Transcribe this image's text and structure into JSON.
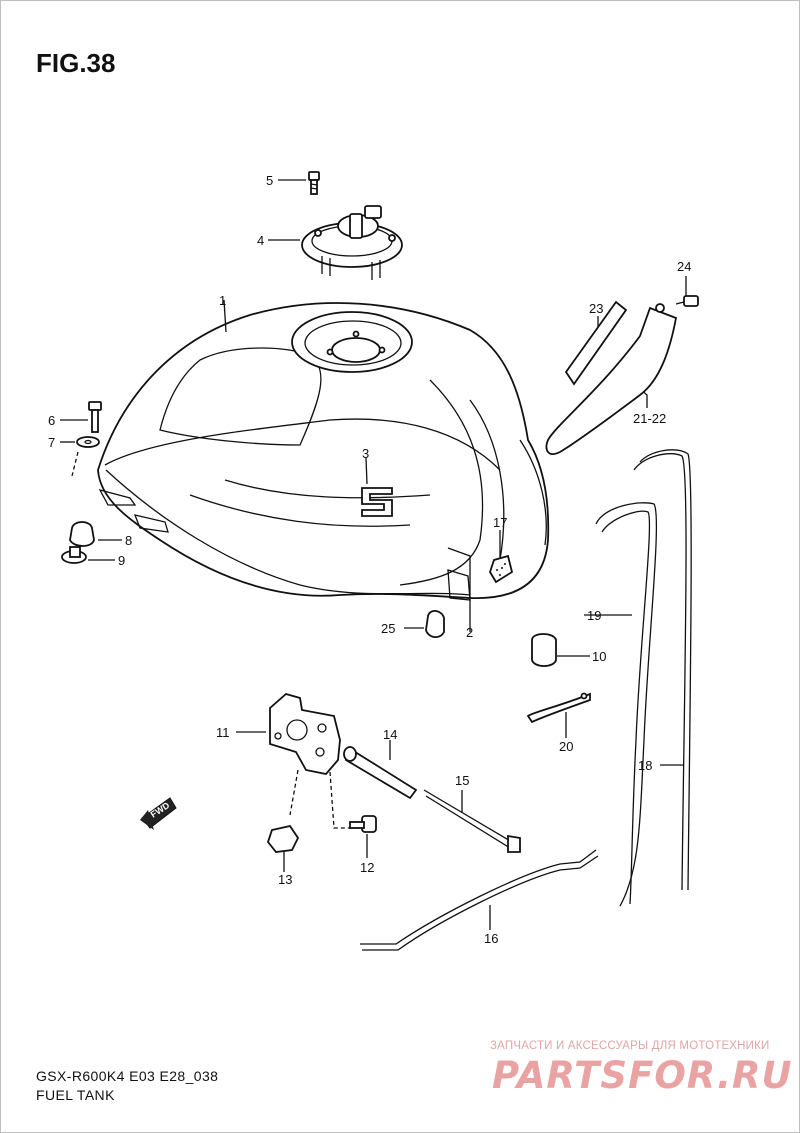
{
  "figure": {
    "number": "FIG.38"
  },
  "footer": {
    "model": "GSX-R600K4 E03 E28_038",
    "title": "FUEL TANK"
  },
  "direction_marker": {
    "text": "FWD"
  },
  "watermark": {
    "tagline": "ЗАПЧАСТИ И АКСЕССУАРЫ ДЛЯ МОТОТЕХНИКИ",
    "logo": "PARTSFOR.RU"
  },
  "callouts": [
    {
      "id": "c1",
      "text": "1"
    },
    {
      "id": "c2",
      "text": "2"
    },
    {
      "id": "c3",
      "text": "3"
    },
    {
      "id": "c4",
      "text": "4"
    },
    {
      "id": "c5",
      "text": "5"
    },
    {
      "id": "c6",
      "text": "6"
    },
    {
      "id": "c7",
      "text": "7"
    },
    {
      "id": "c8",
      "text": "8"
    },
    {
      "id": "c9",
      "text": "9"
    },
    {
      "id": "c10",
      "text": "10"
    },
    {
      "id": "c11",
      "text": "11"
    },
    {
      "id": "c12",
      "text": "12"
    },
    {
      "id": "c13",
      "text": "13"
    },
    {
      "id": "c14",
      "text": "14"
    },
    {
      "id": "c15",
      "text": "15"
    },
    {
      "id": "c16",
      "text": "16"
    },
    {
      "id": "c17",
      "text": "17"
    },
    {
      "id": "c18",
      "text": "18"
    },
    {
      "id": "c19",
      "text": "19"
    },
    {
      "id": "c20",
      "text": "20"
    },
    {
      "id": "c2122",
      "text": "21-22"
    },
    {
      "id": "c23",
      "text": "23"
    },
    {
      "id": "c24",
      "text": "24"
    },
    {
      "id": "c25",
      "text": "25"
    }
  ]
}
